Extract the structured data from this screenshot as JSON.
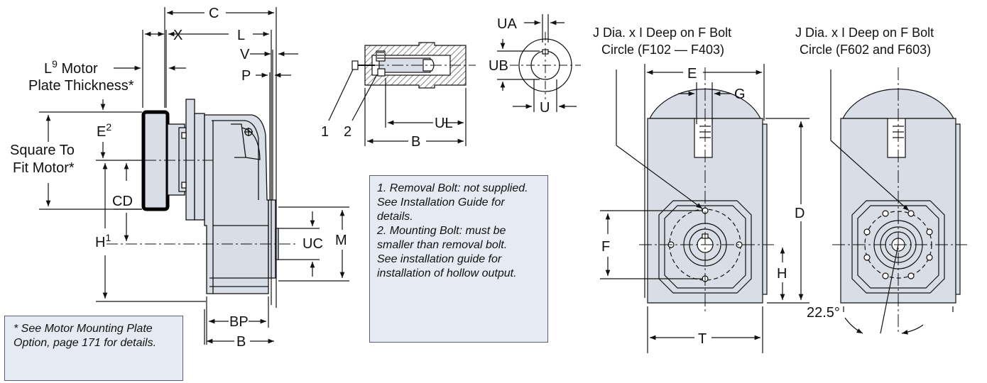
{
  "dimensions": {
    "c": "C",
    "x": "X",
    "l": "L",
    "v": "V",
    "p": "P",
    "e2_base": "E",
    "e2_sup": "2",
    "cd": "CD",
    "h1_base": "H",
    "h1_sup": "1",
    "uc": "UC",
    "m": "M",
    "bp": "BP",
    "b": "B",
    "ua": "UA",
    "ub": "UB",
    "u": "U",
    "ul": "UL",
    "e": "E",
    "g": "G",
    "d": "D",
    "f": "F",
    "h": "H",
    "t": "T",
    "angle": "22.5°"
  },
  "labels": {
    "motor_plate_l_base": "L",
    "motor_plate_l_sup": "9",
    "motor_plate_line1_rest": " Motor",
    "motor_plate_line2": "Plate Thickness*",
    "square_line1": "Square To",
    "square_line2": "Fit Motor*",
    "callout_1": "1",
    "callout_2": "2",
    "bolt_a_line1": "J Dia. x I Deep on F Bolt",
    "bolt_a_line2": "Circle (F102 — F403)",
    "bolt_b_line1": "J Dia. x I Deep on F Bolt",
    "bolt_b_line2": "Circle (F602 and F603)"
  },
  "notes": {
    "removal": [
      "1. Removal Bolt: not supplied. See Installation Guide for details.",
      "2. Mounting  Bolt: must be smaller than removal bolt.",
      "See installation guide for installation of hollow output."
    ],
    "motor_plate": "* See Motor Mounting Plate Option, page 171 for details."
  },
  "colors": {
    "body_fill": "#d9dde6",
    "note_fill": "#e6eaf2",
    "line": "#111111"
  }
}
